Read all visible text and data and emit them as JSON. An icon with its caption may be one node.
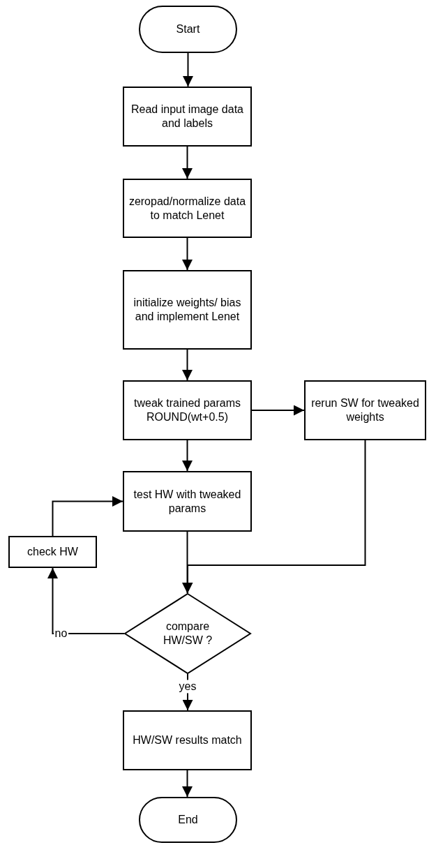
{
  "diagram": {
    "nodes": [
      {
        "text": [
          "Start"
        ]
      },
      {
        "text": [
          "Read input image data and labels"
        ]
      },
      {
        "text": [
          "zeropad/normalize data to match Lenet"
        ]
      },
      {
        "text": [
          "initialize weights/ bias and implement Lenet"
        ]
      },
      {
        "text": [
          "tweak trained params ROUND(wt+0.5)"
        ]
      },
      {
        "text": [
          "rerun SW for tweaked weights"
        ]
      },
      {
        "text": [
          "test HW with tweaked params"
        ]
      },
      {
        "text": [
          "check HW"
        ]
      },
      {
        "text": [
          "compare HW/SW ?"
        ]
      },
      {
        "text": [
          "HW/SW results match"
        ]
      },
      {
        "text": [
          "End"
        ]
      }
    ],
    "edges": [
      {
        "from": 0,
        "to": 1,
        "arrow": "to"
      },
      {
        "from": 1,
        "to": 2,
        "arrow": "to"
      },
      {
        "from": 2,
        "to": 3,
        "arrow": "to"
      },
      {
        "from": 3,
        "to": 4,
        "arrow": "to"
      },
      {
        "from": 4,
        "to": 5,
        "arrow": "to"
      },
      {
        "from": 4,
        "to": 6,
        "arrow": "to"
      },
      {
        "from": 6,
        "to": 8,
        "arrow": "to"
      },
      {
        "from": 5,
        "to": 8,
        "arrow": "to"
      },
      {
        "from": 8,
        "to": 7,
        "label": "no",
        "arrow": "to"
      },
      {
        "from": 7,
        "to": 6,
        "arrow": "to"
      },
      {
        "from": 8,
        "to": 9,
        "label": "yes",
        "arrow": "to"
      },
      {
        "from": 9,
        "to": 10,
        "arrow": "to"
      }
    ]
  }
}
